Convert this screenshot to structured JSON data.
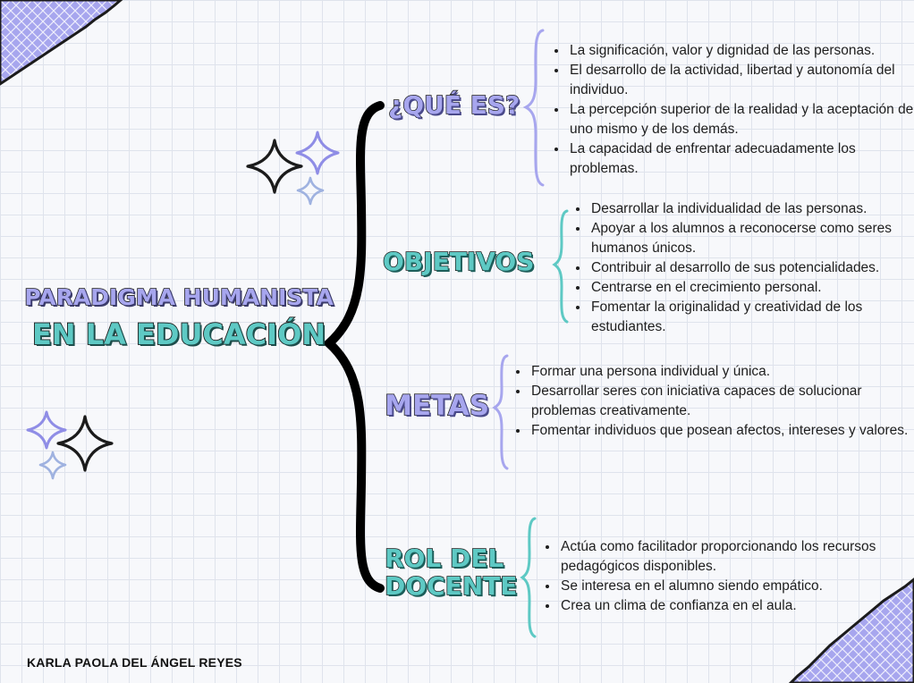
{
  "title": {
    "line1": "PARADIGMA HUMANISTA",
    "line2": "EN LA EDUCACIÓN"
  },
  "sections": [
    {
      "heading": "¿QUÉ ES?",
      "points": [
        "La significación, valor y dignidad de las personas.",
        "El desarrollo de la actividad, libertad y autonomía del individuo.",
        "La percepción superior de la realidad y la aceptación de uno mismo y de los demás.",
        "La capacidad de enfrentar adecuadamente los problemas."
      ]
    },
    {
      "heading": "OBJETIVOS",
      "points": [
        "Desarrollar la individualidad de las personas.",
        "Apoyar a los alumnos a reconocerse como seres humanos únicos.",
        "Contribuir al desarrollo de sus potencialidades.",
        "Centrarse en el crecimiento personal.",
        "Fomentar la originalidad y creatividad de los estudiantes."
      ]
    },
    {
      "heading": "METAS",
      "points": [
        "Formar una persona individual y única.",
        "Desarrollar seres con iniciativa capaces de solucionar problemas creativamente.",
        "Fomentar individuos que posean afectos, intereses y valores."
      ]
    },
    {
      "heading_line1": "ROL DEL",
      "heading_line2": "DOCENTE",
      "points": [
        "Actúa como facilitador proporcionando los recursos pedagógicos disponibles.",
        "Se interesa en el alumno siendo empático.",
        "Crea un clima de confianza en el aula."
      ]
    }
  ],
  "author": "KARLA PAOLA DEL ÁNGEL REYES",
  "colors": {
    "purple": "#a7a6ee",
    "teal": "#5ec9c4",
    "brace": "#000000",
    "grid": "#dfe3ec"
  }
}
